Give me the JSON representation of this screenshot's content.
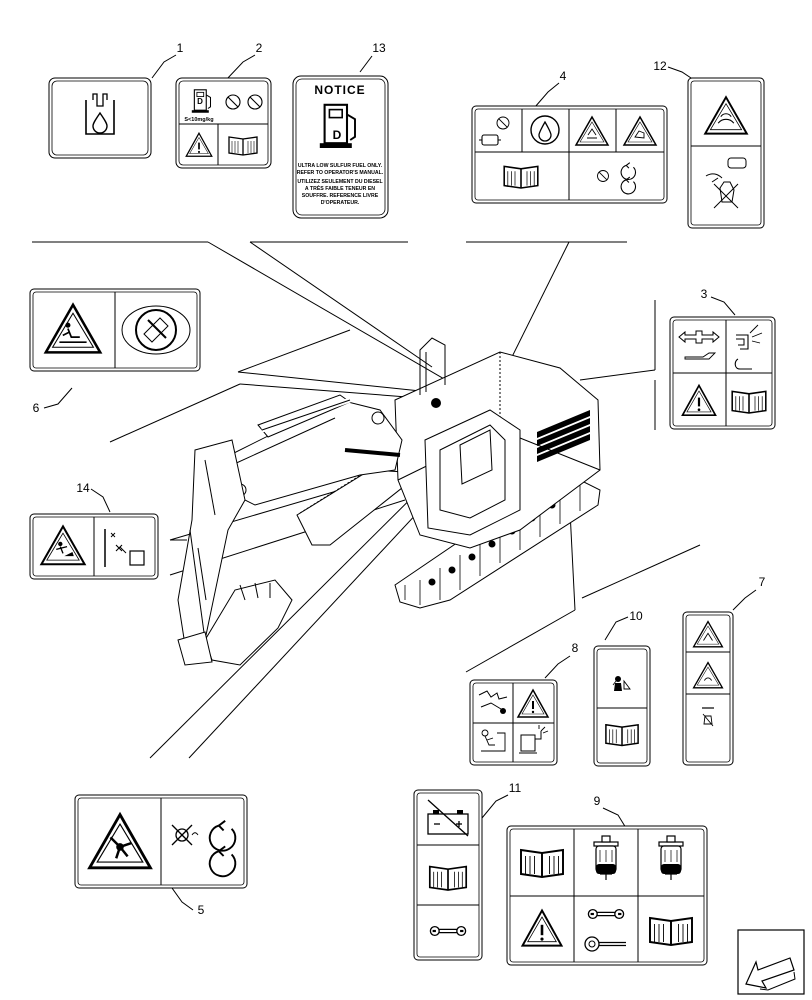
{
  "callouts": {
    "c1": "1",
    "c2": "2",
    "c3": "3",
    "c4": "4",
    "c5": "5",
    "c6": "6",
    "c7": "7",
    "c8": "8",
    "c9": "9",
    "c10": "10",
    "c11": "11",
    "c12": "12",
    "c13": "13",
    "c14": "14"
  },
  "decal13": {
    "heading": "NOTICE",
    "pump_letter": "D",
    "lines": [
      "ULTRA LOW SULFUR FUEL ONLY.",
      "REFER TO OPERATOR'S MANUAL.",
      "UTILIZEZ SEULEMENT DU DIESEL",
      "A TRÈS FAIBLE TENEUR EN",
      "SOUFFRE. REFERENCE LIVRE",
      "D'OPERATEUR."
    ]
  },
  "decal2": {
    "pump_letter": "D",
    "spec": "S<10mg/kg"
  },
  "icons": {
    "fuel_drop": "fuel-drop-icon",
    "warning": "warning-triangle-icon",
    "manual": "operator-manual-icon",
    "no_entry": "prohibition-icon",
    "rotate": "rotate-arrows-icon",
    "wrench": "wrench-icon",
    "battery": "battery-icon",
    "filter": "fuel-filter-icon",
    "nav": "navigation-arrow-icon"
  }
}
